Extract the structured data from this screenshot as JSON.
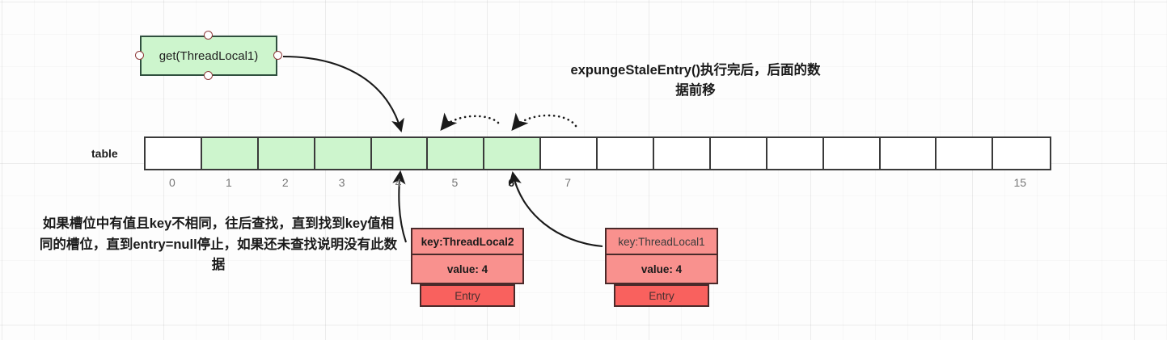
{
  "diagram": {
    "heading": "expungeStaleEntry()执行完后，后面的数据前移",
    "note": "如果槽位中有值且key不相同，往后查找，直到找到key值相同的槽位，直到entry=null停止，如果还未查找说明没有此数据",
    "action_box": {
      "label": "get(ThreadLocal1)"
    },
    "table": {
      "label": "table",
      "cell_count": 16,
      "green_indices": [
        1,
        2,
        3,
        4,
        5,
        6
      ],
      "indices": [
        "0",
        "1",
        "2",
        "3",
        "4",
        "5",
        "6",
        "7",
        "",
        "",
        "",
        "",
        "",
        "",
        "",
        "15"
      ],
      "bold_index": "6"
    },
    "entries": [
      {
        "key": "key:ThreadLocal2",
        "value": "value: 4",
        "name": "Entry",
        "key_style": "bold",
        "points_to_index": 4
      },
      {
        "key": "key:ThreadLocal1",
        "value": "value: 4",
        "name": "Entry",
        "key_style": "plain",
        "points_to_index": 6
      }
    ],
    "shift_arrows": [
      {
        "from_index": 6,
        "to_index": 5,
        "style": "dotted"
      },
      {
        "from_index": 7,
        "to_index": 6,
        "style": "dotted"
      }
    ],
    "colors": {
      "green_fill": "#cdf5cd",
      "green_stroke": "#2f4f3e",
      "red_fill": "#f9918e",
      "red_dark": "#f9615e",
      "border": "#3a3a3a",
      "connector_stroke": "#8f3a3a"
    }
  }
}
